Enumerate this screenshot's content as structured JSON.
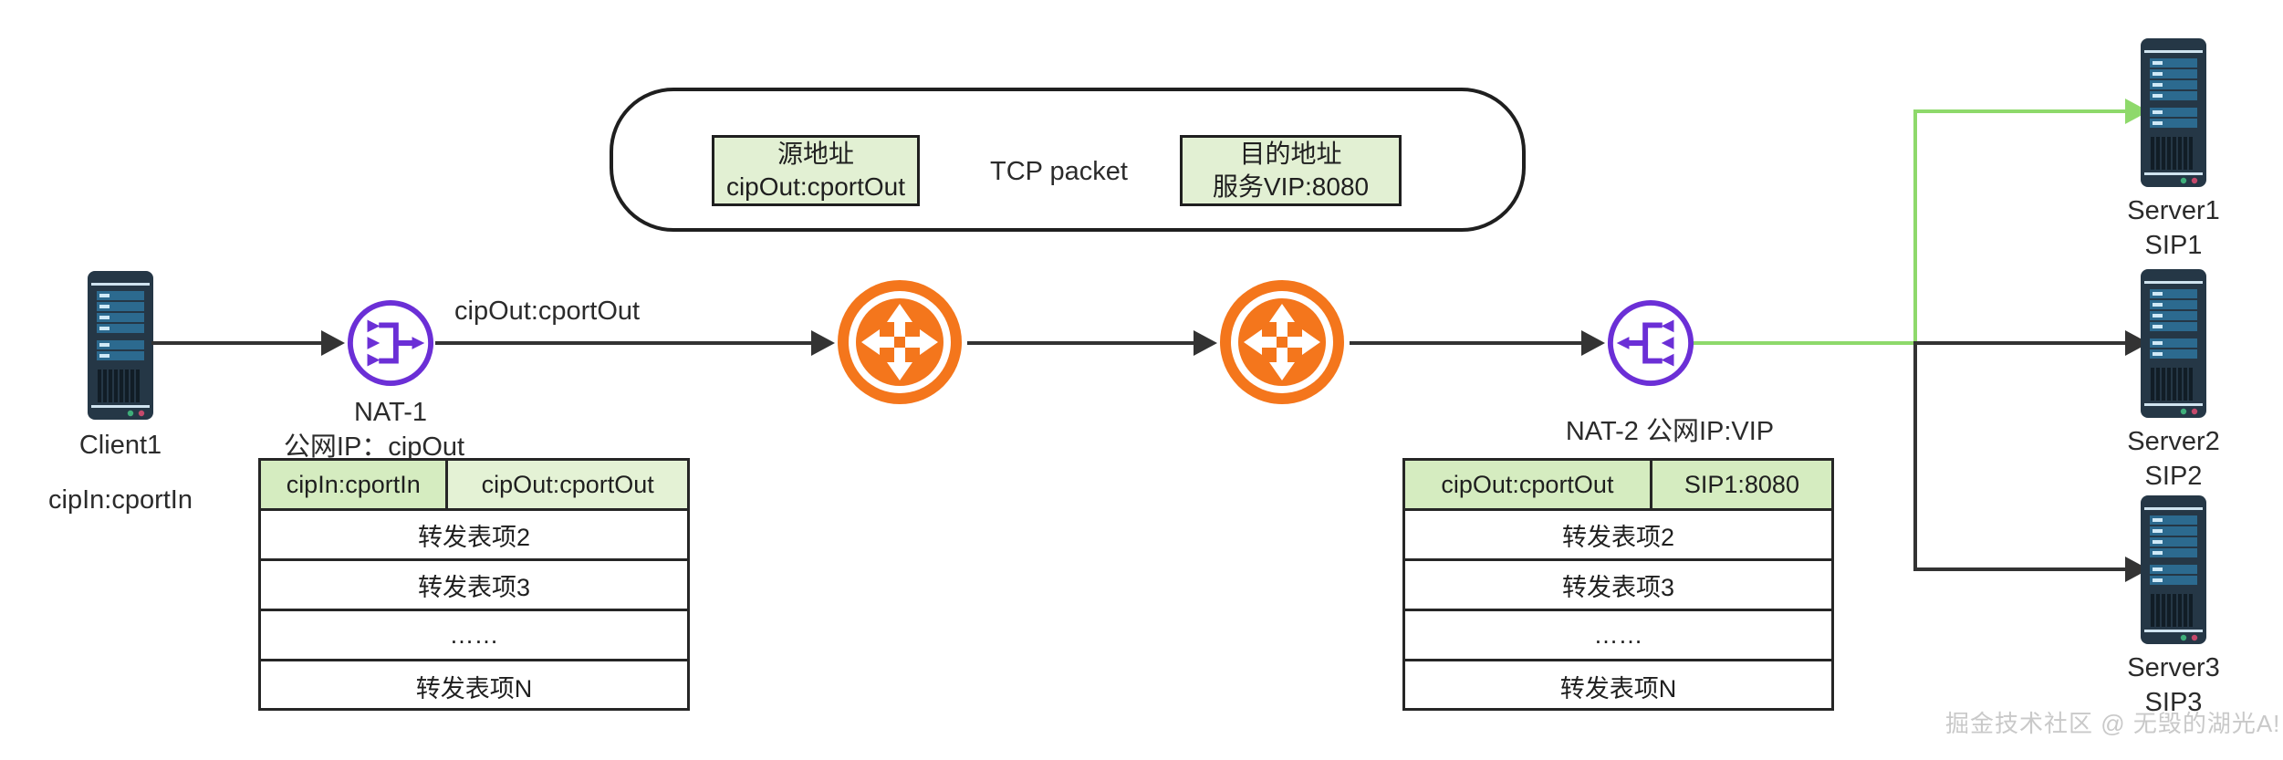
{
  "diagram": {
    "title": "NAT / LVS packet forwarding diagram",
    "colors": {
      "router_orange": "#f4761c",
      "nat_purple": "#6b2fd6",
      "flow_green": "#8ed96b",
      "server_navy": "#253746",
      "table_header_green": "#d5ecc0",
      "table_header_green_alt": "#e4f2d5",
      "line_black": "#333333"
    }
  },
  "packet": {
    "middle_label": "TCP packet",
    "source": {
      "caption": "源地址",
      "value": "cipOut:cportOut"
    },
    "destination": {
      "caption": "目的地址",
      "value": "服务VIP:8080"
    }
  },
  "nodes": {
    "client": {
      "name": "Client1",
      "address": "cipIn:cportIn",
      "icon": "server-tower-icon"
    },
    "nat1": {
      "name": "NAT-1",
      "detail": "公网IP：cipOut",
      "icon": "nat-many-to-one-icon"
    },
    "nat2": {
      "name": "NAT-2 公网IP:VIP",
      "icon": "nat-one-to-many-icon"
    },
    "router1": {
      "icon": "router-icon"
    },
    "router2": {
      "icon": "router-icon"
    },
    "servers": [
      {
        "name": "Server1",
        "address": "SIP1",
        "icon": "server-tower-icon"
      },
      {
        "name": "Server2",
        "address": "SIP2",
        "icon": "server-tower-icon"
      },
      {
        "name": "Server3",
        "address": "SIP3",
        "icon": "server-tower-icon"
      }
    ]
  },
  "link_labels": {
    "nat1_to_router": "cipOut:cportOut"
  },
  "tables": {
    "nat1_table": {
      "header": [
        "cipIn:cportIn",
        "cipOut:cportOut"
      ],
      "rows": [
        "转发表项2",
        "转发表项3",
        "……",
        "转发表项N"
      ]
    },
    "nat2_table": {
      "header": [
        "cipOut:cportOut",
        "SIP1:8080"
      ],
      "rows": [
        "转发表项2",
        "转发表项3",
        "……",
        "转发表项N"
      ]
    }
  },
  "watermark": "掘金技术社区 @ 无毁的湖光A!"
}
